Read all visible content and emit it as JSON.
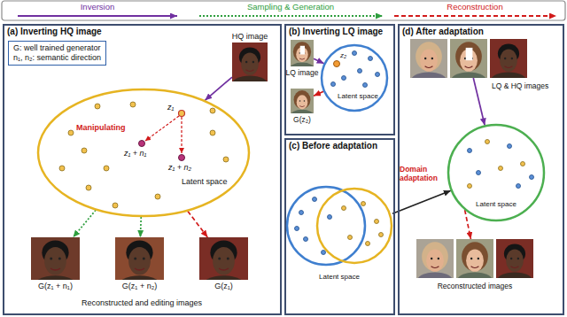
{
  "diagram": {
    "nodes": [
      {
        "text": [
          "(a) Inverting HQ image"
        ]
      },
      {
        "text": [
          "G: well trained generator",
          "n₁, n₂: semantic direction"
        ],
        "in": 0
      },
      {
        "text": [
          "HQ image"
        ],
        "in": 0
      },
      {
        "text": [
          "Latent space"
        ],
        "in": 0
      },
      {
        "text": [
          "G(z₁ + n₁)"
        ],
        "in": 0
      },
      {
        "text": [
          "G(z₁ + n₂)"
        ],
        "in": 0
      },
      {
        "text": [
          "G(z₁)"
        ],
        "in": 0
      },
      {
        "text": [
          "(b) Inverting LQ image"
        ]
      },
      {
        "text": [
          "LQ image"
        ],
        "in": 7
      },
      {
        "text": [
          "Latent space"
        ],
        "in": 7
      },
      {
        "text": [
          "G(z₂)"
        ],
        "in": 7
      },
      {
        "text": [
          "(c) Before adaptation"
        ]
      },
      {
        "text": [
          "Latent space"
        ],
        "in": 11
      },
      {
        "text": [
          "(d) After adaptation"
        ]
      },
      {
        "text": [
          "LQ & HQ images"
        ],
        "in": 13
      },
      {
        "text": [
          "Latent space"
        ],
        "in": 13
      },
      {
        "text": [
          "Reconstructed images"
        ],
        "in": 13
      }
    ],
    "edges": [
      {
        "from": 2,
        "to": 3,
        "arrow": "to"
      },
      {
        "from": 3,
        "to": 4,
        "arrow": "to"
      },
      {
        "from": 3,
        "to": 5,
        "arrow": "to"
      },
      {
        "from": 3,
        "to": 6,
        "arrow": "to"
      },
      {
        "from": 8,
        "to": 9,
        "arrow": "to"
      },
      {
        "from": 9,
        "to": 10,
        "arrow": "to"
      },
      {
        "from": 12,
        "to": 15,
        "label": "Domain adaptation",
        "arrow": "to"
      },
      {
        "from": 14,
        "to": 15,
        "arrow": "to"
      },
      {
        "from": 15,
        "to": 16,
        "arrow": "to"
      }
    ],
    "labels": [
      "z₁",
      "Manipulating",
      "z₁ + n₁",
      "z₁ + n₂",
      "Reconstructed and editing images",
      "z₂"
    ],
    "legend": [
      {
        "text": "Inversion"
      },
      {
        "text": "Sampling & Generation"
      },
      {
        "text": "Reconstruction"
      }
    ]
  }
}
